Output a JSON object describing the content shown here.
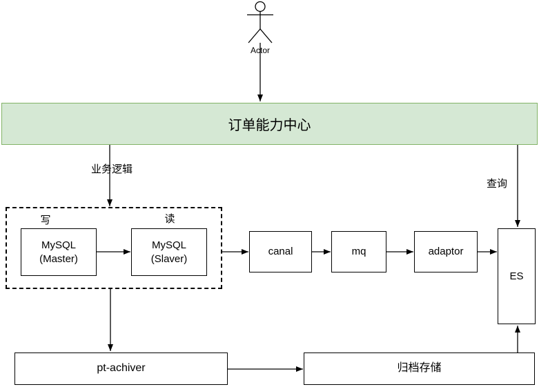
{
  "diagram": {
    "title_banner": {
      "label": "订单能力中心"
    },
    "actor": {
      "label": "Actor"
    },
    "edge_labels": {
      "business_logic": "业务逻辑",
      "query": "查询"
    },
    "replication_group": {
      "write_label": "写",
      "read_label": "读"
    },
    "nodes": {
      "mysql_master": {
        "line1": "MySQL",
        "line2": "(Master)"
      },
      "mysql_slaver": {
        "line1": "MySQL",
        "line2": "(Slaver)"
      },
      "canal": {
        "label": "canal"
      },
      "mq": {
        "label": "mq"
      },
      "adaptor": {
        "label": "adaptor"
      },
      "es": {
        "label": "ES"
      },
      "pt_achiver": {
        "label": "pt-achiver"
      },
      "archive_storage": {
        "label": "归档存储"
      }
    },
    "colors": {
      "banner_fill": "#d5e8d4",
      "banner_border": "#82b366",
      "node_fill": "#ffffff",
      "node_border": "#000000",
      "line": "#000000"
    }
  }
}
